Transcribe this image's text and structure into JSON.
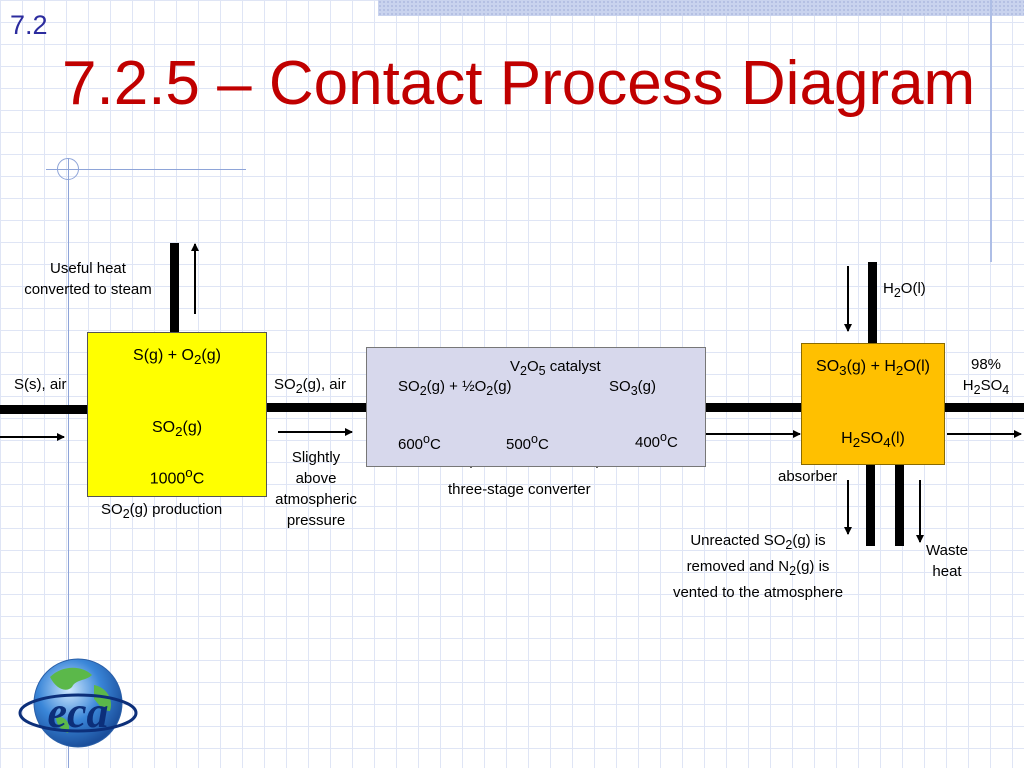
{
  "header": {
    "section_number": "7.2",
    "title": "7.2.5 – Contact Process Diagram"
  },
  "production_box": {
    "reaction": [
      "S(g) + O",
      "2",
      "(g)"
    ],
    "product": [
      "SO",
      "2",
      "(g)"
    ],
    "temperature": [
      "1000",
      "o",
      "C"
    ],
    "caption": [
      "SO",
      "2",
      "(g) production"
    ]
  },
  "left_labels": {
    "useful_heat_line1": "Useful heat",
    "useful_heat_line2": "converted to steam",
    "input": "S(s), air"
  },
  "middle_labels": {
    "so2_air": [
      "SO",
      "2",
      "(g), air"
    ],
    "pressure_lines": [
      "Slightly",
      "above",
      "atmospheric",
      "pressure"
    ]
  },
  "converter": {
    "catalyst": [
      "V",
      "2",
      "O",
      "5",
      " catalyst"
    ],
    "reaction_left": [
      "SO",
      "2",
      "(g) + ½O",
      "2",
      "(g)"
    ],
    "reaction_right": [
      "SO",
      "3",
      "(g)"
    ],
    "stage_temps": [
      [
        "600",
        "o",
        "C"
      ],
      [
        "500",
        "o",
        "C"
      ],
      [
        "400",
        "o",
        "C"
      ]
    ],
    "caption": "three-stage converter"
  },
  "absorber": {
    "reaction": [
      "SO",
      "3",
      "(g) + H",
      "2",
      "O(l)"
    ],
    "product": [
      "H",
      "2",
      "SO",
      "4",
      "(l)"
    ],
    "caption": "absorber",
    "water_in": [
      "H",
      "2",
      "O(l)"
    ],
    "output_line1": "98%",
    "output_line2": [
      "H",
      "2",
      "SO",
      "4"
    ],
    "unreacted_lines": [
      [
        "Unreacted SO",
        "2",
        "(g) is"
      ],
      [
        "removed and N",
        "2",
        "(g) is"
      ],
      [
        "vented to the atmosphere"
      ]
    ],
    "waste_heat_line1": "Waste",
    "waste_heat_line2": "heat"
  },
  "logo_text": "eca",
  "colors": {
    "title": "#c00000",
    "section_number": "#2b2b9e",
    "production_box": "#ffff00",
    "converter_box": "#d7d8ec",
    "absorber_box": "#ffc000"
  }
}
